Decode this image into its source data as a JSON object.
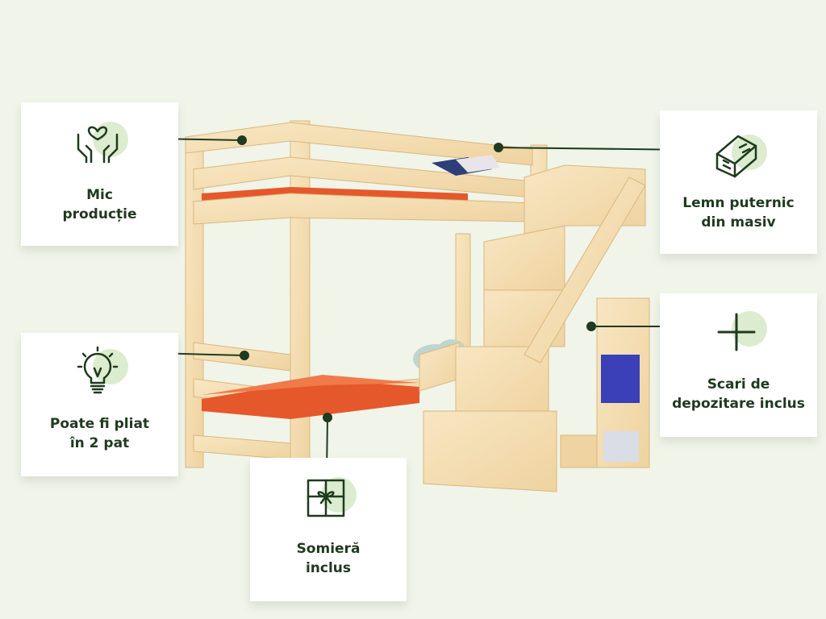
{
  "features": [
    {
      "icon": "heart-hands-icon",
      "line1": "Mic",
      "line2": "producție"
    },
    {
      "icon": "lightbulb-icon",
      "line1": "Poate fi pliat",
      "line2": "în 2 pat"
    },
    {
      "icon": "gift-box-icon",
      "line1": "Somieră",
      "line2": "inclus"
    },
    {
      "icon": "wood-log-icon",
      "line1": "Lemn puternic",
      "line2": "din masiv"
    },
    {
      "icon": "plus-icon",
      "line1": "Scari de",
      "line2": "depozitare inclus"
    }
  ],
  "colors": {
    "background": "#f1f4e8",
    "accent_green": "#1f3a1f",
    "icon_blob": "#dceccf",
    "wood": "#f6e1b8",
    "mattress": "#e5582b"
  }
}
